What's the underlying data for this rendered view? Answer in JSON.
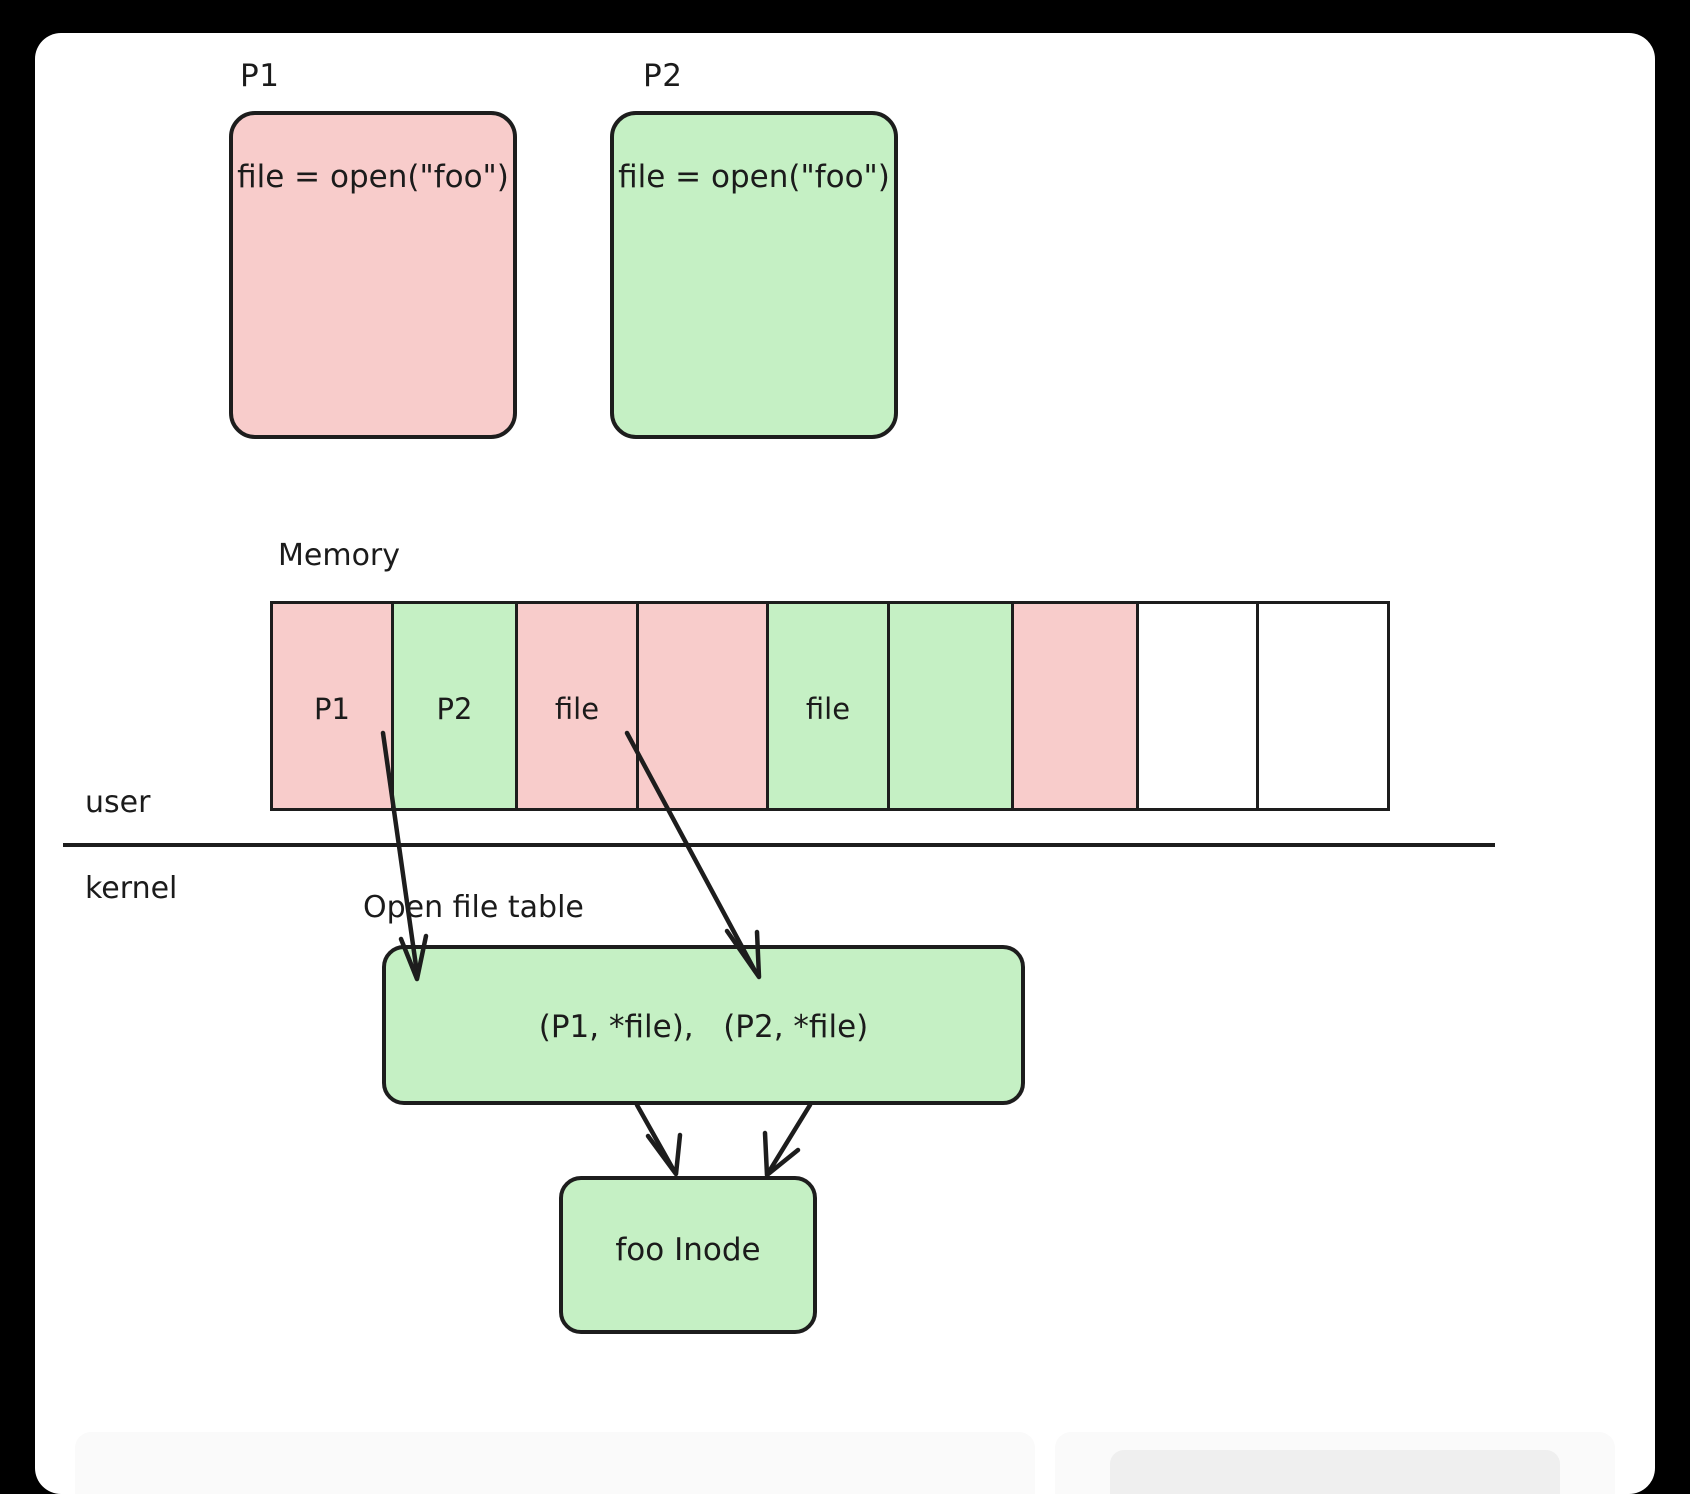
{
  "diagram": {
    "title_present": false,
    "colors": {
      "pink": "#f8cccb",
      "green": "#c5f0c4",
      "white": "#ffffff",
      "stroke": "#1d1d1d",
      "canvas": "#ffffff",
      "page_background": "#000000"
    },
    "processes": [
      {
        "caption": "P1",
        "code": "file = open(\"foo\")",
        "color": "pink"
      },
      {
        "caption": "P2",
        "code": "file = open(\"foo\")",
        "color": "green"
      }
    ],
    "memory": {
      "caption": "Memory",
      "cells": [
        {
          "label": "P1",
          "color": "pink"
        },
        {
          "label": "P2",
          "color": "green"
        },
        {
          "label": "file",
          "color": "pink"
        },
        {
          "label": "",
          "color": "pink"
        },
        {
          "label": "file",
          "color": "green"
        },
        {
          "label": "",
          "color": "green"
        },
        {
          "label": "",
          "color": "pink"
        },
        {
          "label": "",
          "color": "white"
        },
        {
          "label": "",
          "color": "white"
        }
      ]
    },
    "boundary": {
      "above_label": "user",
      "below_label": "kernel"
    },
    "open_file_table": {
      "caption": "Open file table",
      "entries": "(P1, *file),   (P2, *file)",
      "color": "green"
    },
    "inode": {
      "label": "foo Inode",
      "color": "green"
    },
    "arrows": [
      {
        "name": "p1-file-to-open-file-table",
        "from": "memory-cell-file-pink",
        "to": "open-file-table"
      },
      {
        "name": "p2-file-to-open-file-table",
        "from": "memory-cell-file-green",
        "to": "open-file-table"
      },
      {
        "name": "open-file-table-to-inode-left",
        "from": "open-file-table",
        "to": "foo-inode"
      },
      {
        "name": "open-file-table-to-inode-right",
        "from": "open-file-table",
        "to": "foo-inode"
      }
    ]
  }
}
